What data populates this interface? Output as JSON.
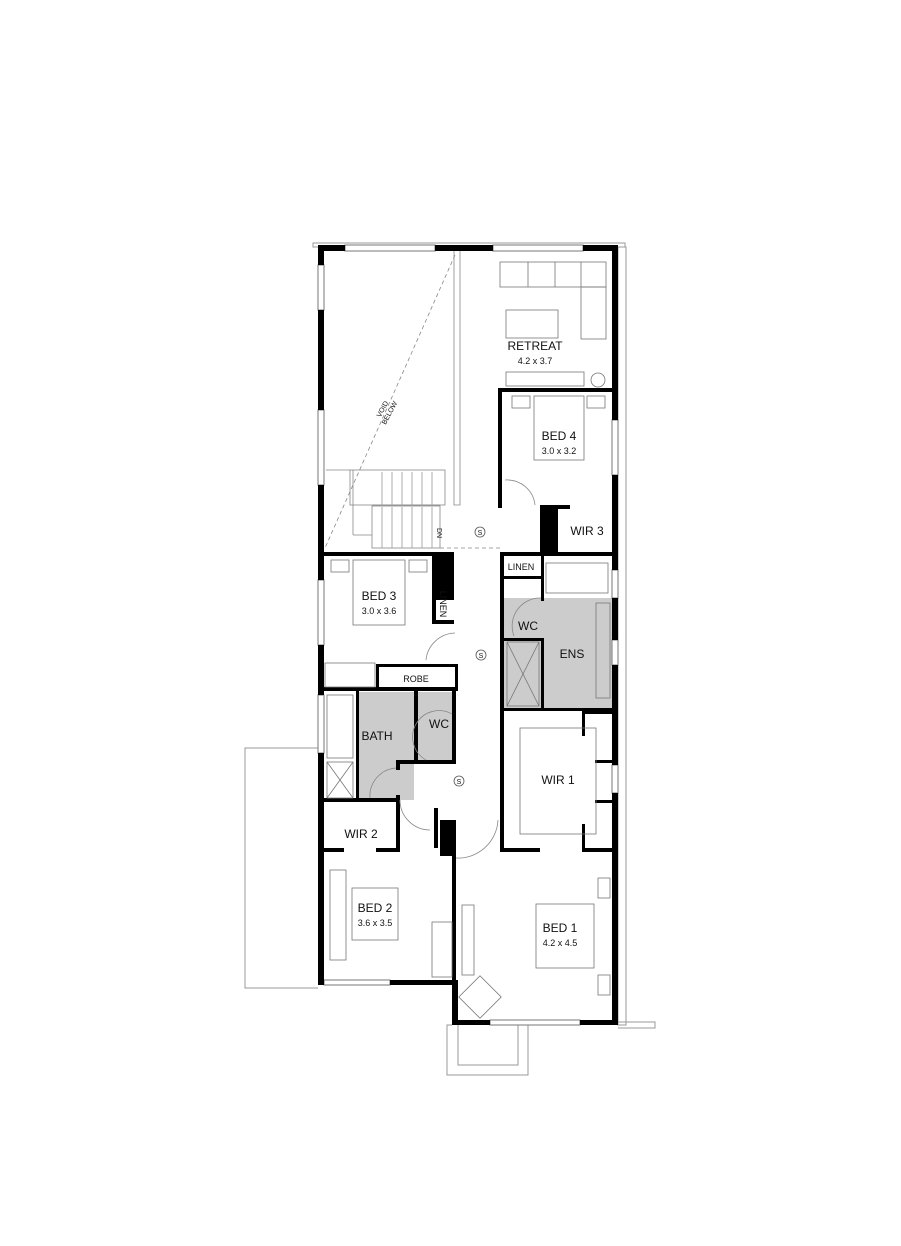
{
  "plan": {
    "rooms": {
      "retreat": {
        "name": "RETREAT",
        "size": "4.2 x 3.7"
      },
      "bed4": {
        "name": "BED 4",
        "size": "3.0 x 3.2"
      },
      "wir3": {
        "name": "WIR 3"
      },
      "linen_top": {
        "name": "LINEN"
      },
      "bed3": {
        "name": "BED 3",
        "size": "3.0 x 3.6"
      },
      "linen_side": {
        "name": "LINEN"
      },
      "ens_wc": {
        "name": "WC"
      },
      "ens": {
        "name": "ENS"
      },
      "robe": {
        "name": "ROBE"
      },
      "bath": {
        "name": "BATH"
      },
      "bath_wc": {
        "name": "WC"
      },
      "wir1": {
        "name": "WIR 1"
      },
      "wir2": {
        "name": "WIR 2"
      },
      "bed2": {
        "name": "BED 2",
        "size": "3.6 x 3.5"
      },
      "bed1": {
        "name": "BED 1",
        "size": "4.2 x 4.5"
      }
    },
    "void_label_1": "VOID",
    "void_label_2": "BELOW",
    "stair_label": "DN",
    "smoke_detector": "S",
    "colors": {
      "wall": "#000000",
      "wet_area": "#cccccc",
      "line": "#888888"
    }
  }
}
